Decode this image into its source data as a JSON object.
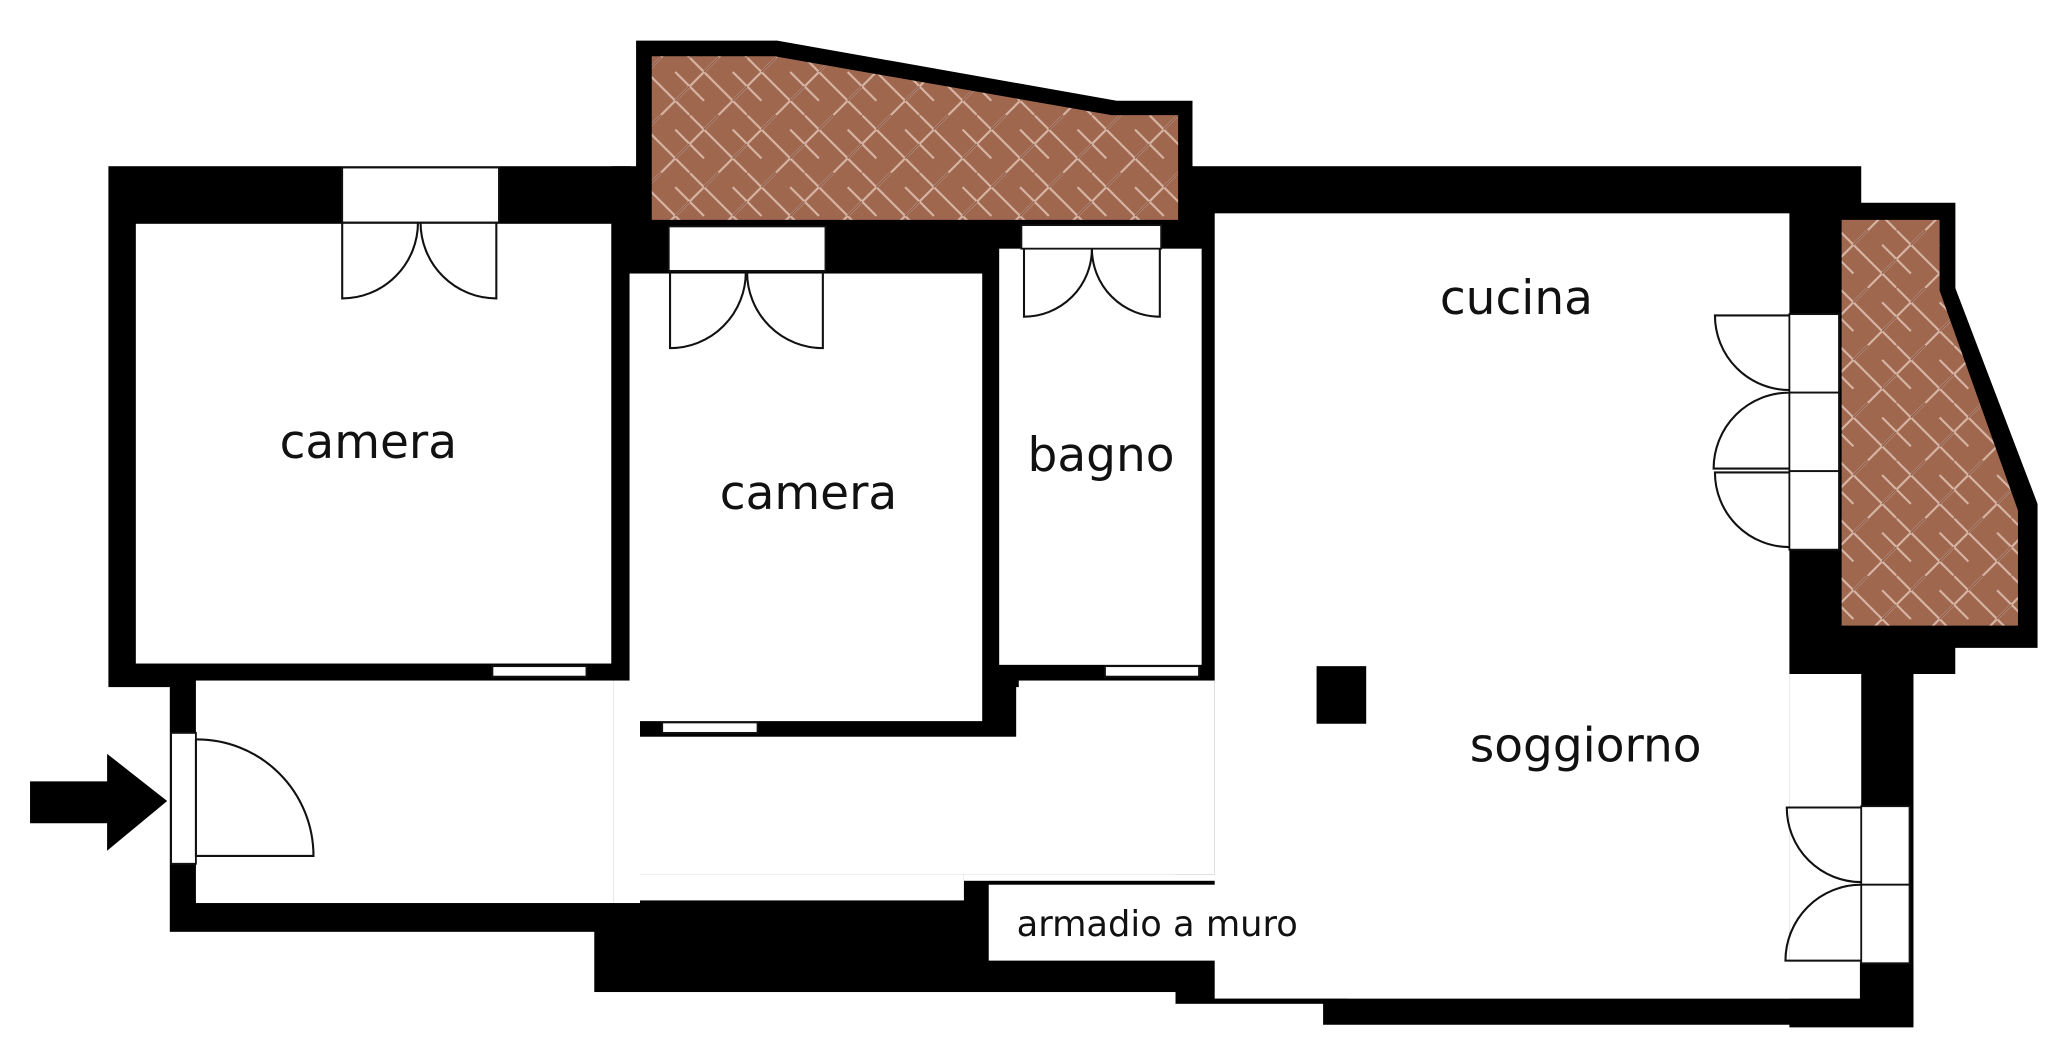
{
  "rooms": {
    "camera_1": "camera",
    "camera_2": "camera",
    "bagno": "bagno",
    "cucina": "cucina",
    "soggiorno": "soggiorno",
    "armadio": "armadio a muro"
  },
  "colors": {
    "wall": "#000000",
    "floor": "#ffffff",
    "terrace": "#a0674f",
    "terrace_grout": "#d8b6a6",
    "entrance_arrow": "#000000"
  },
  "icons": {
    "entrance": "entrance-arrow-icon"
  }
}
